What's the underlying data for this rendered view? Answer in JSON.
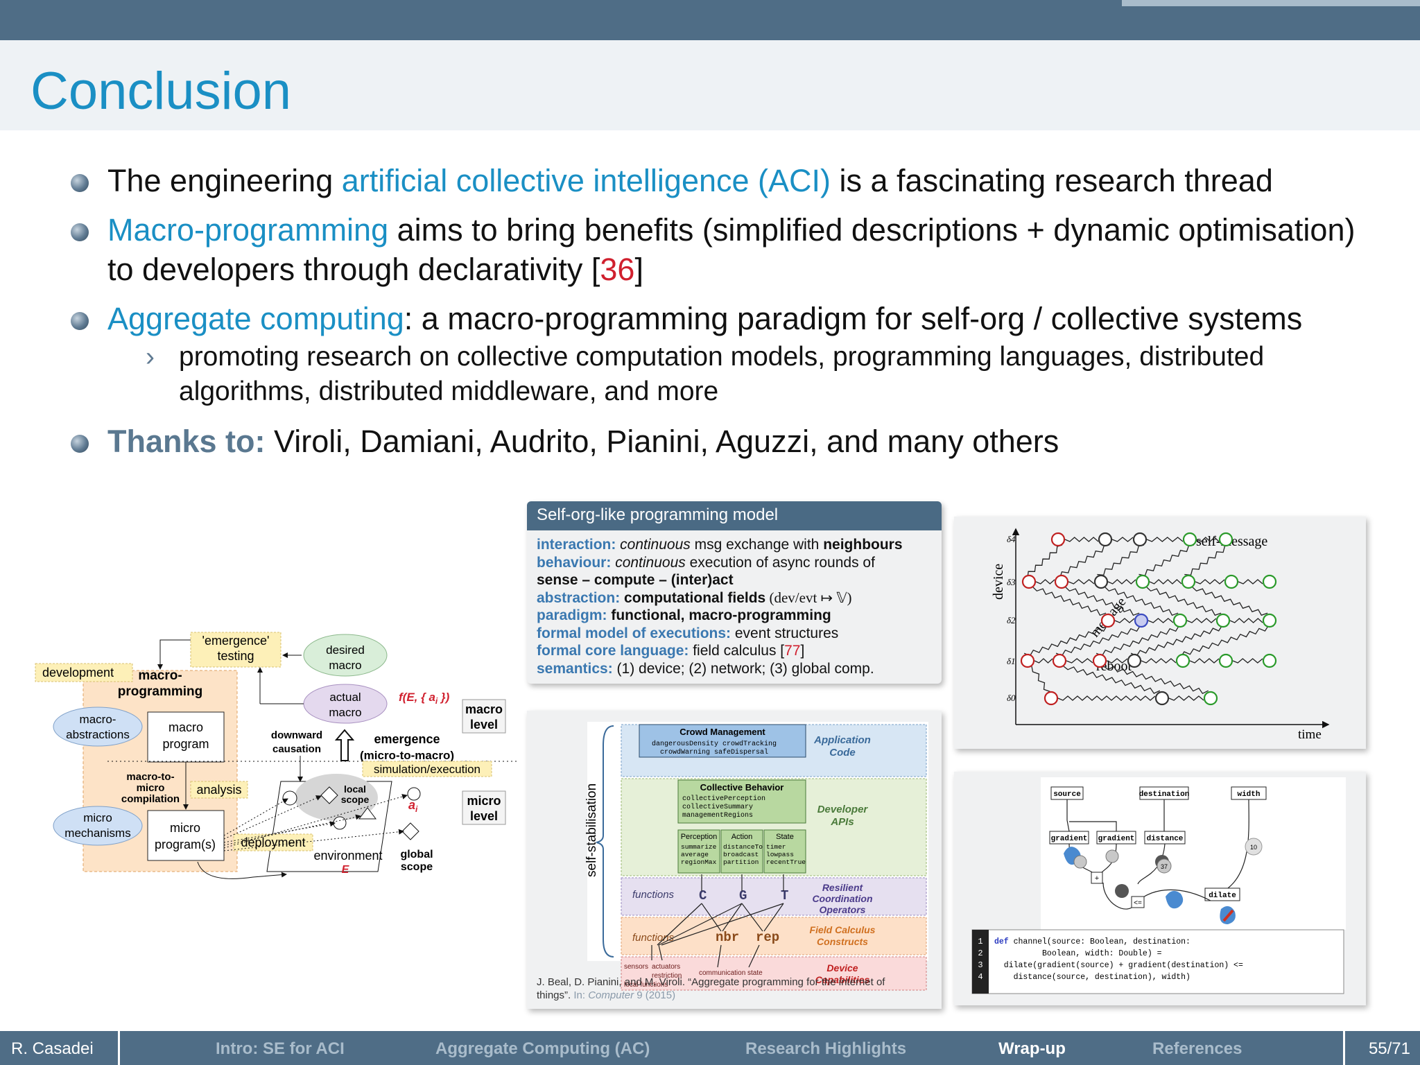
{
  "slide": {
    "title": "Conclusion",
    "bullets": [
      {
        "a": "The engineering ",
        "b": "artificial collective intelligence (ACI)",
        "c": " is a fascinating research thread"
      },
      {
        "a": "Macro-programming",
        "b": " aims to bring benefits (simplified descriptions + dynamic optimisation)",
        "c": "to developers through declarativity [",
        "d": "36",
        "e": "]"
      },
      {
        "a": "Aggregate computing",
        "b": ": a macro-programming paradigm for self-org / collective systems"
      },
      {
        "a": "Thanks to:",
        "b": " Viroli, Damiani, Audrito, Pianini, Aguzzi, and many others"
      }
    ],
    "sub_bullet": {
      "chev": "›",
      "line1": "promoting research on collective computation models, programming languages, distributed",
      "line2": "algorithms, distributed middleware, and more"
    }
  },
  "left_diagram": {
    "emergence_testing_1": "'emergence'",
    "emergence_testing_2": "testing",
    "desired_1": "desired",
    "desired_2": "macro",
    "development": "development",
    "macro_prog_1": "macro-",
    "macro_prog_2": "programming",
    "actual_1": "actual",
    "actual_2": "macro",
    "func": "f(E, { a",
    "func_sub": "i",
    "func_end": " })",
    "macro_level_1": "macro",
    "macro_level_2": "level",
    "macro_abs_1": "macro-",
    "macro_abs_2": "abstractions",
    "macro_program_1": "macro",
    "macro_program_2": "program",
    "downward_1": "downward",
    "downward_2": "causation",
    "emergence_1": "emergence",
    "emergence_2": "(micro-to-macro)",
    "sim_exec": "simulation/execution",
    "m2m_1": "macro-to-",
    "m2m_2": "micro",
    "m2m_3": "compilation",
    "analysis": "analysis",
    "local_scope_1": "local",
    "local_scope_2": "scope",
    "ai": "a",
    "ai_sub": "i",
    "micro_level_1": "micro",
    "micro_level_2": "level",
    "micro_mech_1": "micro",
    "micro_mech_2": "mechanisms",
    "micro_prog_1": "micro",
    "micro_prog_2": "program(s)",
    "deployment": "deployment",
    "environment": "environment",
    "env_e": "E",
    "global_1": "global",
    "global_2": "scope"
  },
  "prog_model": {
    "title": "Self-org-like programming model",
    "lines": [
      {
        "k": "interaction:",
        "i": " continuous",
        "t": " msg exchange with ",
        "b": "neighbours"
      },
      {
        "k": "behaviour:",
        "i": " continuous",
        "t": " execution of async rounds of",
        "b": ""
      },
      {
        "k": "",
        "i": "",
        "t": "",
        "b": "sense – compute – (inter)act"
      },
      {
        "k": "abstraction:",
        "i": "",
        "t": " ",
        "b": "computational fields",
        "t2": " (dev/evt ↦ 𝕍)"
      },
      {
        "k": "paradigm:",
        "i": "",
        "t": " ",
        "b": "functional, macro-programming"
      },
      {
        "k": "formal model of executions:",
        "i": "",
        "t": " event structures",
        "b": ""
      },
      {
        "k": "formal core language:",
        "i": "",
        "t": " field calculus [",
        "b": "",
        "r": "77",
        "t2": "]"
      },
      {
        "k": "semantics:",
        "i": "",
        "t": " (1) device; (2) network; (3) global comp.",
        "b": ""
      }
    ]
  },
  "event_diagram": {
    "device": "device",
    "time": "time",
    "self_message": "self-message",
    "message": "message",
    "reboot": "reboot",
    "d4": "δ4",
    "d3": "δ3",
    "d2": "δ2",
    "d1": "δ1",
    "d0": "δ0"
  },
  "stack_diagram": {
    "self_stab": "self-stabilisation",
    "crowd": "Crowd Management",
    "crowd_a": "dangerousDensity   crowdTracking",
    "crowd_b": "crowdWarning       safeDispersal",
    "app_code_1": "Application",
    "app_code_2": "Code",
    "coll_beh": "Collective Behavior",
    "cb1": "collectivePerception",
    "cb2": "collectiveSummary",
    "cb3": "managementRegions",
    "dev_apis_1": "Developer",
    "dev_apis_2": "APIs",
    "perception": "Perception",
    "action": "Action",
    "state": "State",
    "p1": "summarize",
    "p2": "average",
    "p3": "regionMax",
    "a1": "distanceTo",
    "a2": "broadcast",
    "a3": "partition",
    "s1": "timer",
    "s2": "lowpass",
    "s3": "recentTrue",
    "functions": "functions",
    "C": "C",
    "G": "G",
    "T": "T",
    "rco_1": "Resilient",
    "rco_2": "Coordination",
    "rco_3": "Operators",
    "functions2": "functions",
    "nbr": "nbr",
    "rep": "rep",
    "fcc_1": "Field Calculus",
    "fcc_2": "Constructs",
    "sensors": "sensors",
    "actuators": "actuators",
    "restriction": "restriction",
    "comm_state": "communication  state",
    "local_fn": "local functions",
    "devcap_1": "Device",
    "devcap_2": "Capabilities",
    "cite_1": "J. Beal, D. Pianini, and M. Viroli. “Aggregate programming for the internet of",
    "cite_2": "things”. ",
    "cite_in": "In: ",
    "cite_j": "Computer",
    "cite_v": " 9 (2015)"
  },
  "channel_diagram": {
    "source": "source",
    "destination": "destination",
    "width": "width",
    "gradient1": "gradient",
    "gradient2": "gradient",
    "distance": "distance",
    "dilate": "dilate",
    "plus": "+",
    "leq": "<=",
    "n37": "37",
    "n10": "10",
    "code": [
      {
        "n": "1",
        "kw": "def",
        "t": " channel(source: Boolean, destination:"
      },
      {
        "n": "2",
        "kw": "",
        "t": "          Boolean, width: Double) ="
      },
      {
        "n": "3",
        "kw": "",
        "t": "  dilate(gradient(source) + gradient(destination) <="
      },
      {
        "n": "4",
        "kw": "",
        "t": "    distance(source, destination), width)"
      }
    ]
  },
  "footer": {
    "author": "R. Casadei",
    "nav": [
      "Intro: SE for ACI",
      "Aggregate Computing (AC)",
      "Research Highlights",
      "Wrap-up",
      "References"
    ],
    "page": "55/71"
  },
  "colors": {
    "header": "#4f6d86",
    "accent": "#1a8fc4",
    "cite": "#d0202e",
    "nav_inactive": "#a9bccb"
  }
}
